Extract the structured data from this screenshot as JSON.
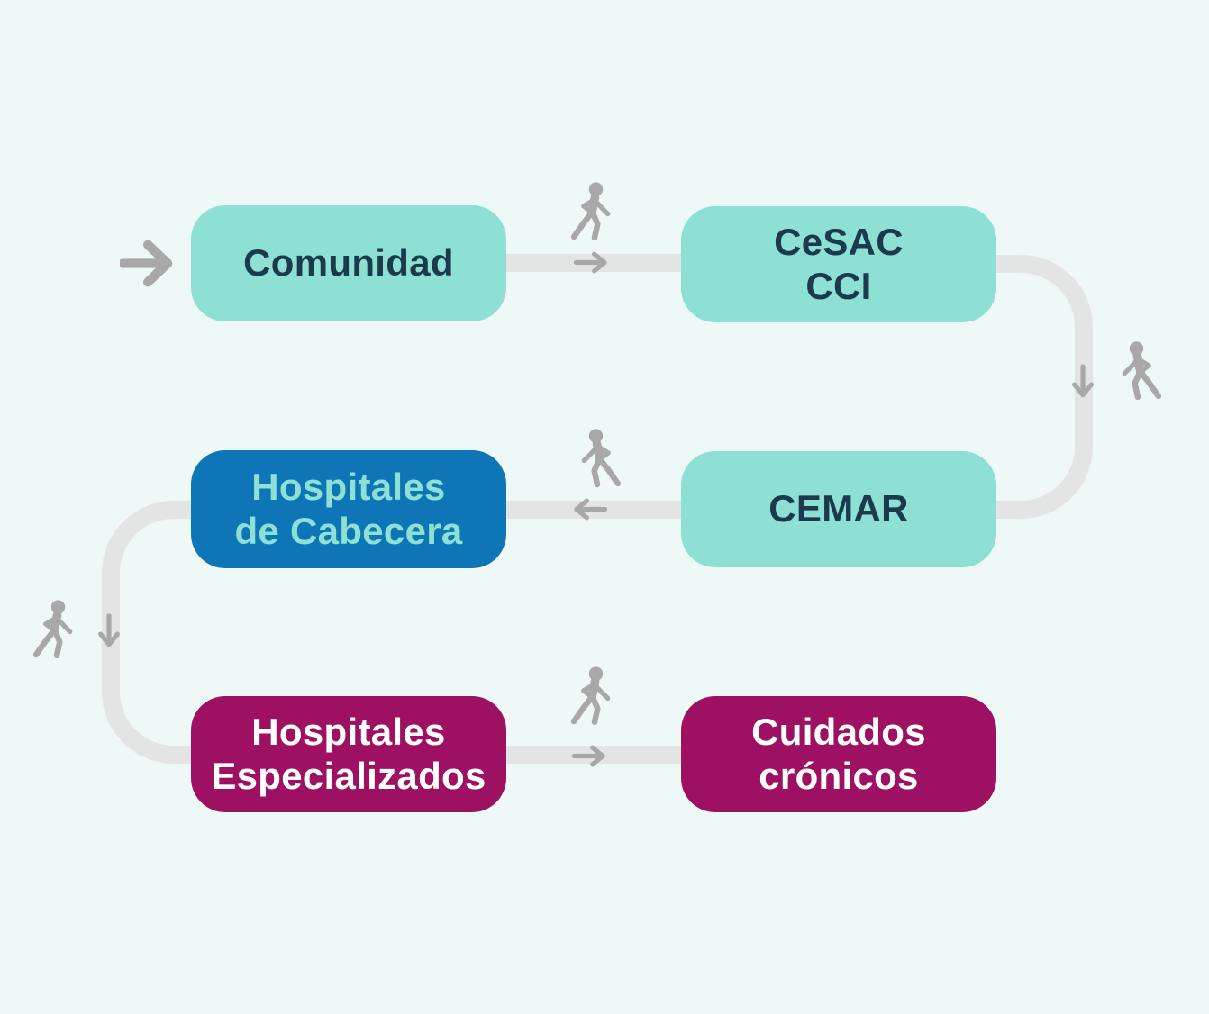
{
  "diagram": {
    "background_color": "#eef8f6",
    "track_color": "#e3e5e4",
    "icon_color": "#a8a8a8",
    "nodes": {
      "comunidad": {
        "lines": [
          "Comunidad"
        ],
        "fill": "#8de0d3",
        "text_color": "#1b3a4b"
      },
      "cesac_cci": {
        "lines": [
          "CeSAC",
          "CCI"
        ],
        "fill": "#8de0d3",
        "text_color": "#1b3a4b"
      },
      "hospitales_cabecera": {
        "lines": [
          "Hospitales",
          "de Cabecera"
        ],
        "fill": "#0e76b6",
        "text_color": "#8de0d3"
      },
      "cemar": {
        "lines": [
          "CEMAR"
        ],
        "fill": "#8de0d3",
        "text_color": "#1b3a4b"
      },
      "hospitales_especializados": {
        "lines": [
          "Hospitales",
          "Especializados"
        ],
        "fill": "#9e1162",
        "text_color": "#ffffff"
      },
      "cuidados_cronicos": {
        "lines": [
          "Cuidados",
          "crónicos"
        ],
        "fill": "#9e1162",
        "text_color": "#ffffff"
      }
    },
    "edges": [
      {
        "from": "inicio",
        "to": "comunidad",
        "arrow": "right",
        "walker": false
      },
      {
        "from": "comunidad",
        "to": "cesac_cci",
        "arrow": "right",
        "walker": true
      },
      {
        "from": "cesac_cci",
        "to": "cemar",
        "arrow": "down",
        "walker": true
      },
      {
        "from": "cemar",
        "to": "hospitales_cabecera",
        "arrow": "left",
        "walker": true
      },
      {
        "from": "hospitales_cabecera",
        "to": "hospitales_especializados",
        "arrow": "down",
        "walker": true
      },
      {
        "from": "hospitales_especializados",
        "to": "cuidados_cronicos",
        "arrow": "right",
        "walker": true
      }
    ],
    "icons": {
      "walker": "walking-person-icon",
      "arrow": "flow-arrow-icon",
      "entry_arrow": "entry-arrow-icon"
    }
  }
}
